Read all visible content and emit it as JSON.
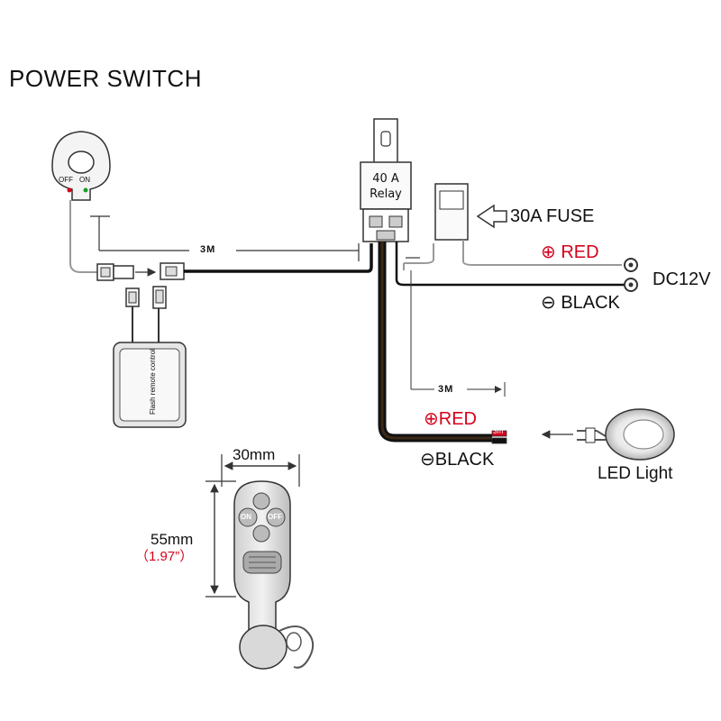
{
  "title": "POWER SWITCH",
  "switch": {
    "off": "OFF",
    "on": "ON"
  },
  "relay": {
    "line1": "40  A",
    "line2": "Relay"
  },
  "fuse": {
    "label": "30A FUSE"
  },
  "battery": {
    "red_label": "⊕  RED",
    "black_label": "⊖  BLACK",
    "voltage": "DC12V"
  },
  "cable_lengths": {
    "switch_cable": "3M",
    "load_cable": "3M"
  },
  "output": {
    "red_label": "⊕RED",
    "black_label": "⊖BLACK",
    "connector_mark": "3m"
  },
  "led": {
    "label": "LED Light"
  },
  "controller": {
    "label": "Flash remote control"
  },
  "remote": {
    "width_label": "30mm",
    "height_label": "55mm",
    "height_inch": "（1.97”）",
    "button_on": "ON",
    "button_off": "OFF"
  },
  "colors": {
    "wire_red": "#d6001c",
    "wire_black": "#111111",
    "outline": "#333333"
  }
}
